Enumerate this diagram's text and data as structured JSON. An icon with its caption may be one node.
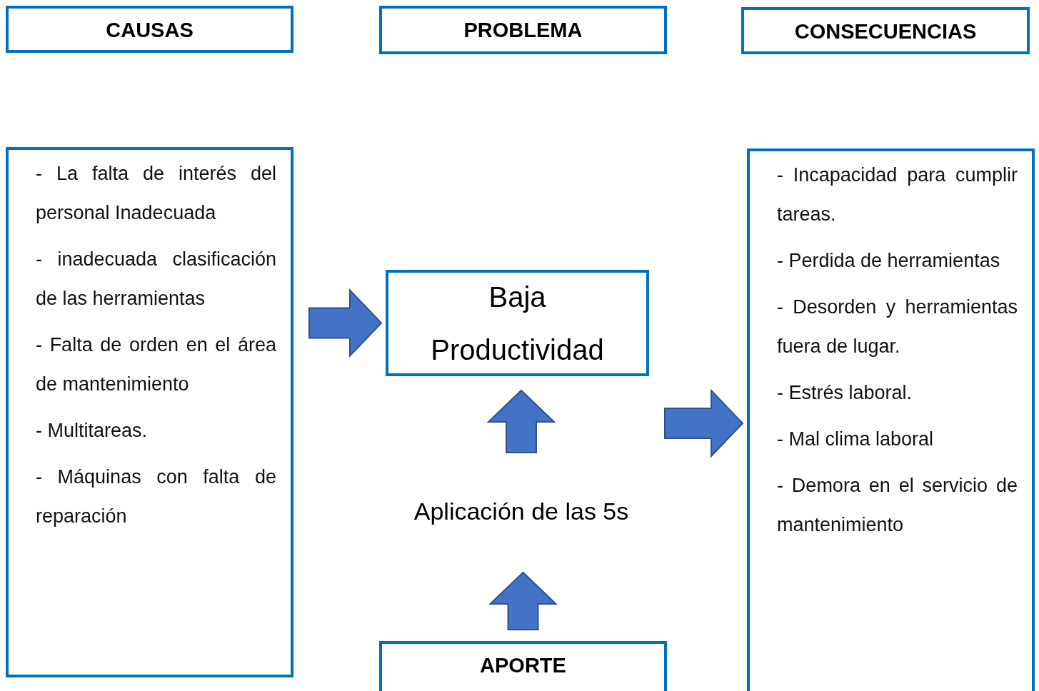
{
  "diagram": {
    "nodes": [
      {
        "text": [
          "CAUSAS"
        ]
      },
      {
        "text": [
          "PROBLEMA"
        ]
      },
      {
        "text": [
          "CONSECUENCIAS"
        ]
      },
      {
        "text": [
          "- La falta de interés del personal Inadecuada",
          "- inadecuada clasificación de las herramientas",
          "- Falta de orden en el área de mantenimiento",
          "- Multitareas.",
          "- Máquinas con falta de reparación"
        ]
      },
      {
        "text": [
          "Baja Productividad"
        ]
      },
      {
        "text": [
          "- Incapacidad para cumplir tareas.",
          "- Perdida de herramientas",
          "- Desorden y herramientas fuera de lugar.",
          "- Estrés laboral.",
          "- Mal clima laboral",
          "- Demora en el servicio de mantenimiento"
        ]
      },
      {
        "text": [
          "Aplicación de las 5s"
        ]
      },
      {
        "text": [
          "APORTE"
        ]
      }
    ],
    "edges": [
      {
        "from": 3,
        "to": 4,
        "arrow": "to",
        "style": "thick"
      },
      {
        "from": 4,
        "to": 5,
        "arrow": "to",
        "style": "thick"
      },
      {
        "from": 6,
        "to": 4,
        "arrow": "to",
        "style": "thick"
      },
      {
        "from": 7,
        "to": 6,
        "arrow": "to",
        "style": "thick"
      }
    ]
  }
}
